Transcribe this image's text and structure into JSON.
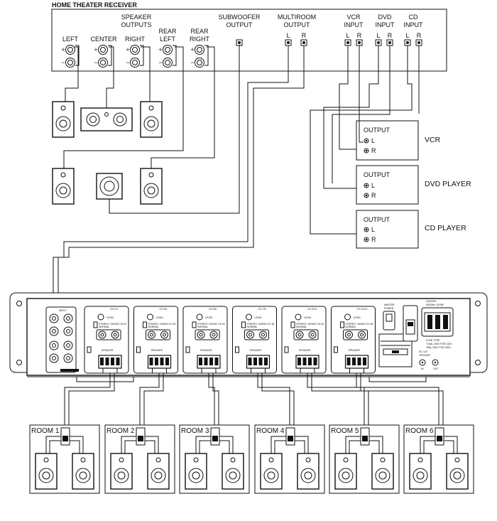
{
  "receiver": {
    "title": "HOME THEATER RECEIVER",
    "speaker_outputs": "SPEAKER\nOUTPUTS",
    "left": "LEFT",
    "center": "CENTER",
    "right": "RIGHT",
    "rear_left": "REAR\nLEFT",
    "rear_right": "REAR\nRIGHT",
    "subwoofer": "SUBWOOFER\nOUTPUT",
    "multiroom": "MULTIROOM\nOUTPUT",
    "vcr_input": "VCR\nINPUT",
    "dvd_input": "DVD\nINPUT",
    "cd_input": "CD\nINPUT",
    "l": "L",
    "r": "R",
    "plus": "+",
    "minus": "−"
  },
  "sources": [
    {
      "output": "OUTPUT",
      "l": "L",
      "r": "R",
      "name": "VCR"
    },
    {
      "output": "OUTPUT",
      "l": "L",
      "r": "R",
      "name": "DVD PLAYER"
    },
    {
      "output": "OUTPUT",
      "l": "L",
      "r": "R",
      "name": "CD PLAYER"
    }
  ],
  "amp": {
    "channels": [
      "CH 1/2",
      "CH 3/4",
      "CH 5/6",
      "CH 7/8",
      "CH 9/10",
      "CH 11/12"
    ],
    "level": "LEVEL",
    "mode": "STEREO / MONO CH IN",
    "normal": "NORMAL",
    "speaker": "SPEAKER",
    "master": "MASTER",
    "power": "POWER",
    "fuse": "FUSE TYPE",
    "volt_a": "115/230V",
    "volt_b": "60/50Hz 1100W",
    "fuse_a": "T10AL 250V FOR 115V",
    "fuse_b": "T5AL 250V FOR 230V",
    "dc": "DC 12V",
    "trigger": "TRIGGER",
    "in": "IN",
    "out": "OUT",
    "input": "INPUT"
  },
  "rooms": [
    "ROOM 1",
    "ROOM 2",
    "ROOM 3",
    "ROOM 4",
    "ROOM 5",
    "ROOM 6"
  ]
}
